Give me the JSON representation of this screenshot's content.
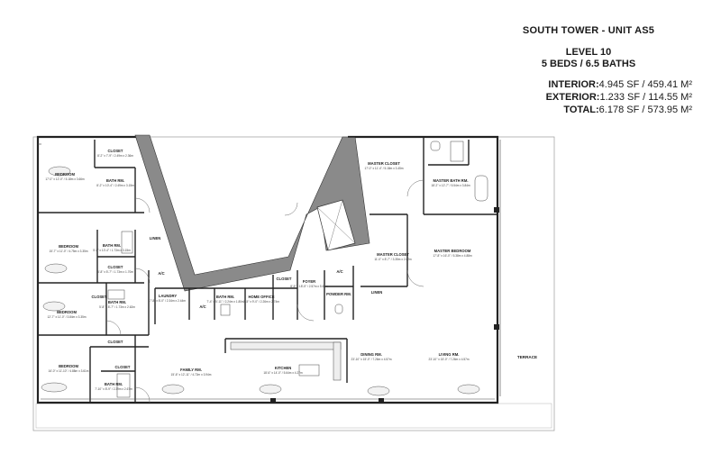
{
  "header": {
    "title": "SOUTH TOWER - UNIT AS5",
    "level": "LEVEL 10",
    "beds_baths": "5 BEDS / 6.5 BATHS"
  },
  "areas": {
    "interior_label": "INTERIOR:",
    "interior_value": "4.945 SF / 459.41 M²",
    "exterior_label": "EXTERIOR:",
    "exterior_value": "1.233 SF / 114.55 M²",
    "total_label": "TOTAL:",
    "total_value": "6.178 SF / 573.95 M²"
  },
  "rooms": {
    "closet_1": {
      "name": "CLOSET",
      "dim": "8'-2\" x 7'-9\" / 2.49m x 2.36m"
    },
    "bedroom_1": {
      "name": "BEDROOM",
      "dim": "17'-0\" x 12'-0\" / 5.18m x 3.66m"
    },
    "bath_1": {
      "name": "BATH RM.",
      "dim": "8'-2\" x 10'-4\" / 2.49m x 3.15m"
    },
    "bath_2": {
      "name": "BATH RM.",
      "dim": "5'-8\" x 10'-4\" / 1.73m x 3.15m"
    },
    "bedroom_2": {
      "name": "BEDROOM",
      "dim": "15'-7\" x 11'-0\" / 4.75m x 3.35m"
    },
    "closet_2": {
      "name": "CLOSET",
      "dim": "5'-8\" x 5'-7\" / 1.73m x 1.70m"
    },
    "closet_3": {
      "name": "CLOSET",
      "dim": ""
    },
    "bath_3": {
      "name": "BATH RM.",
      "dim": "5'-8\" x 8'-7\" / 1.73m x 2.62m"
    },
    "bedroom_3": {
      "name": "BEDROOM",
      "dim": "12'-7\" x 11'-0\" / 3.84m x 3.35m"
    },
    "closet_4": {
      "name": "CLOSET",
      "dim": ""
    },
    "closet_5": {
      "name": "CLOSET",
      "dim": ""
    },
    "bedroom_4": {
      "name": "BEDROOM",
      "dim": "16'-0\" x 11'-10\" / 4.88m x 3.61m"
    },
    "bath_4": {
      "name": "BATH RM.",
      "dim": "7'-10\" x 8'-9\" / 2.39m x 2.67m"
    },
    "linen_1": {
      "name": "LINEN",
      "dim": ""
    },
    "ac_1": {
      "name": "A/C",
      "dim": ""
    },
    "laundry": {
      "name": "LAUNDRY",
      "dim": "7'-8\" x 8'-0\" / 2.34m x 2.44m"
    },
    "ac_2": {
      "name": "A/C",
      "dim": ""
    },
    "bath_5": {
      "name": "BATH RM.",
      "dim": "7'-4\" x 5'-11\" / 2.24m x 1.80m"
    },
    "home_office": {
      "name": "HOME OFFICE",
      "dim": "7'-5\" x 9'-0\" / 2.26m x 2.74m"
    },
    "closet_6": {
      "name": "CLOSET",
      "dim": ""
    },
    "foyer": {
      "name": "FOYER",
      "dim": "8'-5\" x 18'-5\" / 2.57m x 5.61m"
    },
    "ac_3": {
      "name": "A/C",
      "dim": ""
    },
    "powder_rm": {
      "name": "POWDER RM.",
      "dim": ""
    },
    "linen_2": {
      "name": "LINEN",
      "dim": ""
    },
    "master_closet_1": {
      "name": "MASTER CLOSET",
      "dim": "17'-0\" x 11'-4\" / 5.18m x 3.45m"
    },
    "master_bath": {
      "name": "MASTER BATH RM.",
      "dim": "18'-2\" x 12'-7\" / 5.54m x 3.84m"
    },
    "master_closet_2": {
      "name": "MASTER CLOSET",
      "dim": "11'-0\" x 8'-7\" / 3.35m x 2.62m"
    },
    "master_bedroom": {
      "name": "MASTER BEDROOM",
      "dim": "17'-8\" x 16'-0\" / 5.38m x 4.88m"
    },
    "family_rm": {
      "name": "FAMILY RM.",
      "dim": "15'-6\" x 12'-11\" / 4.72m x 3.94m"
    },
    "kitchen": {
      "name": "KITCHEN",
      "dim": "18'-6\" x 14'-0\" / 5.64m x 4.27m"
    },
    "dining_rm": {
      "name": "DINING RM.",
      "dim": "23'-10\" x 15'-0\" / 7.26m x 4.57m"
    },
    "living_rm": {
      "name": "LIVING RM.",
      "dim": "23'-10\" x 15'-0\" / 7.26m x 4.57m"
    },
    "terrace": {
      "name": "TERRACE",
      "dim": ""
    }
  }
}
